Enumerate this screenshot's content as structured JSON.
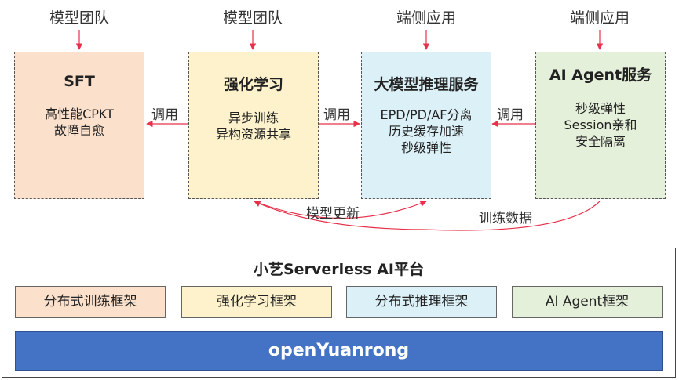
{
  "top_labels": [
    "模型团队",
    "模型团队",
    "端侧应用",
    "端侧应用"
  ],
  "boxes": [
    {
      "title": "SFT",
      "lines": [
        "高性能CPKT",
        "故障自愈"
      ],
      "fill": "#fbe0cc"
    },
    {
      "title": "强化学习",
      "lines": [
        "异步训练",
        "异构资源共享"
      ],
      "fill": "#fdf2cc"
    },
    {
      "title": "大模型推理服务",
      "lines": [
        "EPD/PD/AF分离",
        "历史缓存加速",
        "秒级弹性"
      ],
      "fill": "#dbf0f7"
    },
    {
      "title": "AI Agent服务",
      "lines": [
        "秒级弹性",
        "Session亲和",
        "安全隔离"
      ],
      "fill": "#e4f0d9"
    }
  ],
  "call_labels": [
    "调用",
    "调用",
    "调用"
  ],
  "curve_labels": {
    "model_update": "模型更新",
    "training_data": "训练数据"
  },
  "platform": {
    "title": "小艺Serverless AI平台",
    "frameworks": [
      {
        "label": "分布式训练框架",
        "fill": "#fbe0cc"
      },
      {
        "label": "强化学习框架",
        "fill": "#fdf2cc"
      },
      {
        "label": "分布式推理框架",
        "fill": "#dbf0f7"
      },
      {
        "label": "AI Agent框架",
        "fill": "#e4f0d9"
      }
    ],
    "base": "openYuanrong"
  },
  "colors": {
    "arrow": "#e8304a",
    "base": "#4472c4"
  }
}
